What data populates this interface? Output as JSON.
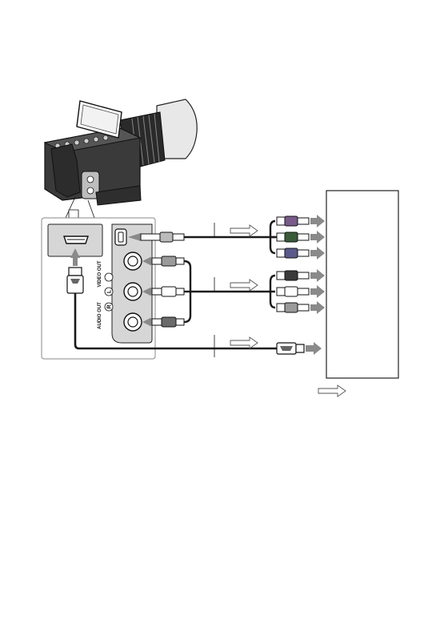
{
  "jack_panel": {
    "video_out_label": "VIDEO OUT",
    "audio_out_label": "AUDIO OUT",
    "left_letter": "L",
    "right_letter": "R"
  },
  "colors": {
    "cable": "#1a1a1a",
    "signal_arrow_outline": "#555555",
    "plug_yellow": "#9a9a9a",
    "plug_white": "#ffffff",
    "plug_red": "#6a6a6a",
    "component_plug": "#7a5a8a",
    "arrow_head": "#8a8a8a"
  },
  "icons": {
    "camera": "camcorder-illustration",
    "hdmi_port": "hdmi-port-icon",
    "hdmi_plug": "hdmi-plug-icon",
    "signal_arrow": "signal-flow-arrow-icon"
  }
}
